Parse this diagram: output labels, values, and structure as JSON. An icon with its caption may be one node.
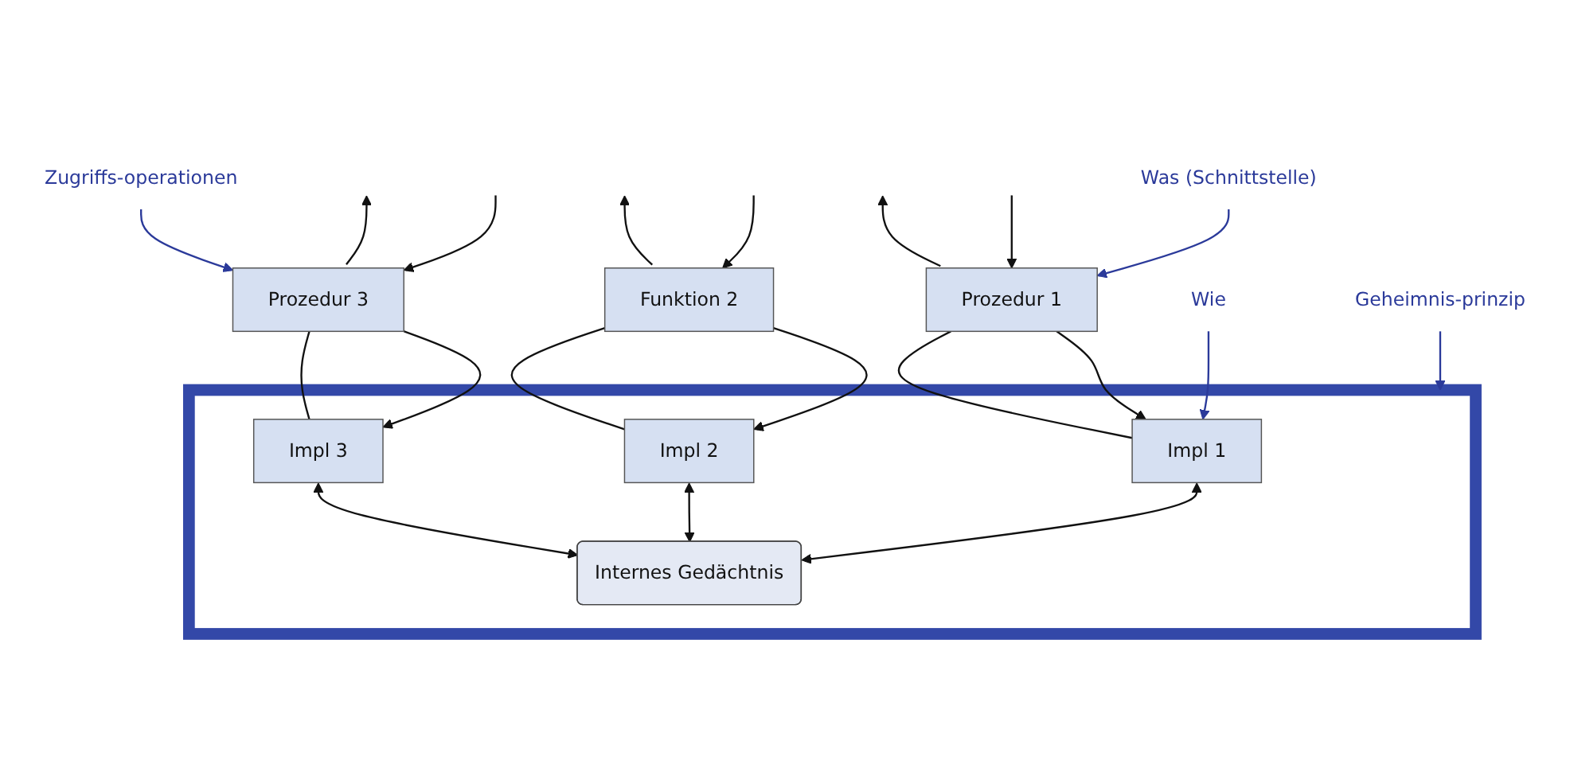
{
  "diagram": {
    "nodes": [
      {
        "text": [
          "Was (Schnittstelle)"
        ]
      },
      {
        "text": [
          "Prozedur 1"
        ]
      },
      {
        "text": [
          "Funktion 2"
        ]
      },
      {
        "text": [
          "Prozedur 3"
        ]
      },
      {
        "text": [
          "Zugriffs-operationen"
        ]
      },
      {
        "text": [],
        "shape": "box"
      },
      {
        "text": [
          "Wie"
        ]
      },
      {
        "text": [
          "Impl 1"
        ],
        "in": 5
      },
      {
        "text": [
          "Impl 2"
        ],
        "in": 5
      },
      {
        "text": [
          "Impl 3"
        ],
        "in": 5
      },
      {
        "text": [
          "Geheimnis-prinzip"
        ]
      },
      {
        "text": [
          "Internes Gedächtnis"
        ],
        "in": 5
      }
    ],
    "edges": [
      {
        "from": 0,
        "to": 1,
        "arrow": "to",
        "color": "#2b3a9a"
      },
      {
        "from": null,
        "to": 1,
        "arrow": "to"
      },
      {
        "from": 1,
        "to": null,
        "arrow": "to"
      },
      {
        "from": null,
        "to": 2,
        "arrow": "to"
      },
      {
        "from": 2,
        "to": null,
        "arrow": "to"
      },
      {
        "from": null,
        "to": 3,
        "arrow": "to"
      },
      {
        "from": 3,
        "to": null,
        "arrow": "to"
      },
      {
        "from": 4,
        "to": 3,
        "arrow": "to",
        "color": "#2b3a9a"
      },
      {
        "from": 1,
        "to": 7,
        "arrow": "to"
      },
      {
        "from": 7,
        "to": 1,
        "arrow": "none"
      },
      {
        "from": 2,
        "to": 8,
        "arrow": "to"
      },
      {
        "from": 8,
        "to": 2,
        "arrow": "none"
      },
      {
        "from": 3,
        "to": 9,
        "arrow": "to"
      },
      {
        "from": 9,
        "to": 3,
        "arrow": "none"
      },
      {
        "from": 6,
        "to": 7,
        "arrow": "to",
        "color": "#2b3a9a"
      },
      {
        "from": 10,
        "to": 5,
        "arrow": "to",
        "color": "#2b3a9a"
      },
      {
        "from": 7,
        "to": 11,
        "arrow": "both"
      },
      {
        "from": 8,
        "to": 11,
        "arrow": "both"
      },
      {
        "from": 9,
        "to": 11,
        "arrow": "both"
      }
    ]
  }
}
